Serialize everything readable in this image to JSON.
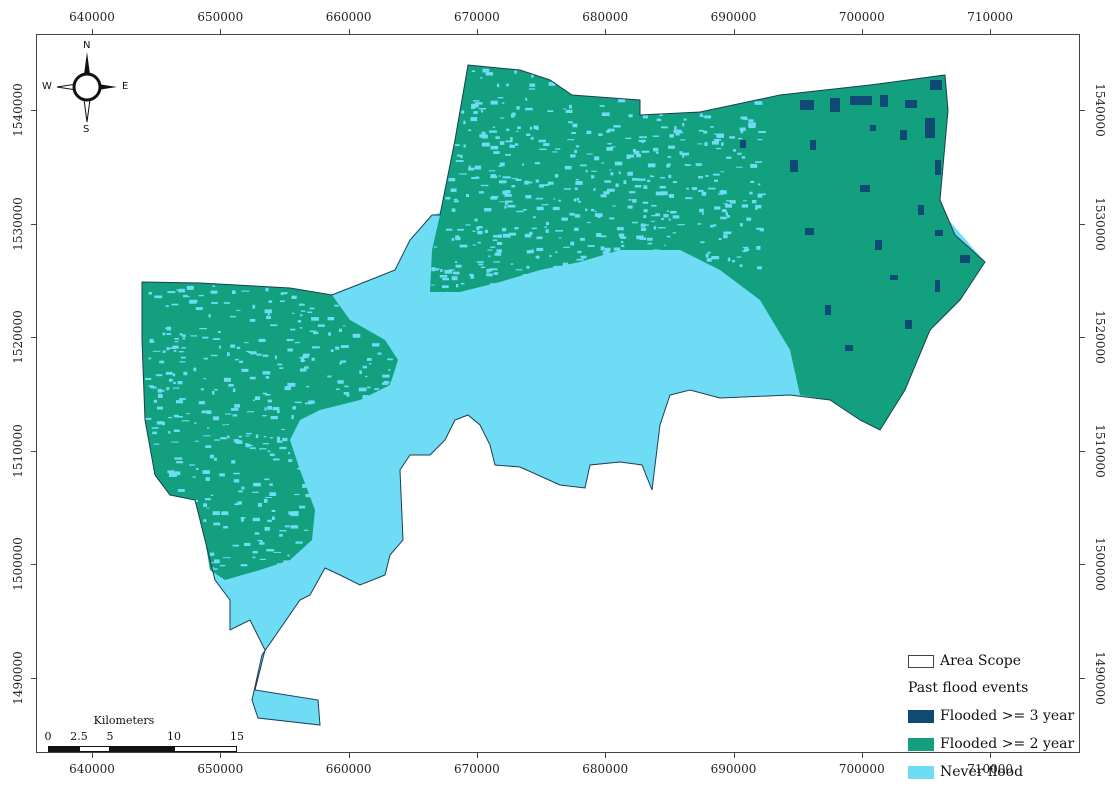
{
  "map": {
    "x_ticks": [
      "640000",
      "650000",
      "660000",
      "670000",
      "680000",
      "690000",
      "700000",
      "710000"
    ],
    "y_ticks": [
      "1540000",
      "1530000",
      "1520000",
      "1510000",
      "1500000",
      "1490000"
    ]
  },
  "legend": {
    "area_scope_label": "Area Scope",
    "title": "Past flood events",
    "items": [
      {
        "label": "Flooded >= 3 year",
        "color": "#0e4a73"
      },
      {
        "label": "Flooded >= 2 year",
        "color": "#12a07f"
      },
      {
        "label": "Never flood",
        "color": "#6fdcf5"
      }
    ]
  },
  "compass": {
    "north": "N",
    "south": "S",
    "east": "E",
    "west": "W"
  },
  "scalebar": {
    "title": "Kilometers",
    "labels": [
      "0",
      "2.5",
      "5",
      "10",
      "15"
    ]
  }
}
